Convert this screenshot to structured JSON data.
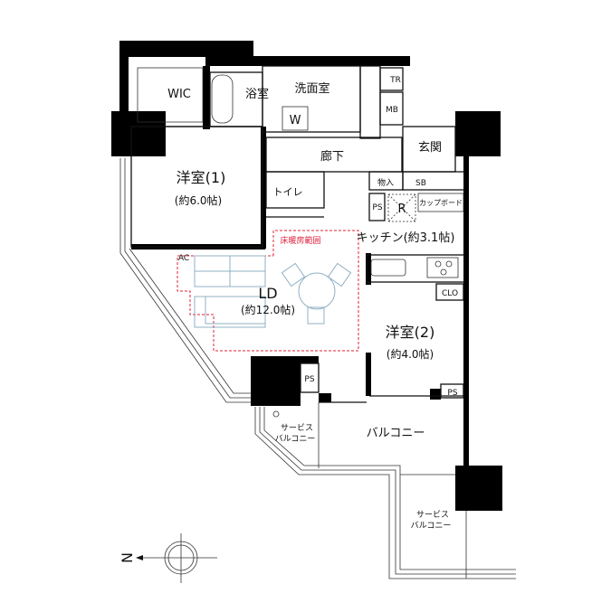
{
  "floorplan": {
    "rooms": {
      "wic": "WIC",
      "bath": "浴室",
      "washroom": "洗面室",
      "washer": "W",
      "tr": "TR",
      "mb": "MB",
      "hallway": "廊下",
      "entrance": "玄関",
      "storage": "物入",
      "sb": "SB",
      "toilet": "トイレ",
      "ps_kitchen": "PS",
      "fridge": "R",
      "cupboard": "カップボード",
      "western1_name": "洋室(1)",
      "western1_size": "(約6.0帖)",
      "floor_heating": "床暖房範囲",
      "kitchen": "キッチン(約3.1帖)",
      "ac": "AC",
      "ld_name": "LD",
      "ld_size": "(約12.0帖)",
      "clo": "CLO",
      "western2_name": "洋室(2)",
      "western2_size": "(約4.0帖)",
      "ps_column": "PS",
      "ps_room2": "PS",
      "service_balcony1_l1": "サービス",
      "service_balcony1_l2": "バルコニー",
      "balcony": "バルコニー",
      "service_balcony2_l1": "サービス",
      "service_balcony2_l2": "バルコニー"
    },
    "compass": {
      "north_label": "N"
    },
    "colors": {
      "walls": "#000000",
      "floor_heating": "#e0203a",
      "furniture": "#8fb0c4"
    }
  }
}
